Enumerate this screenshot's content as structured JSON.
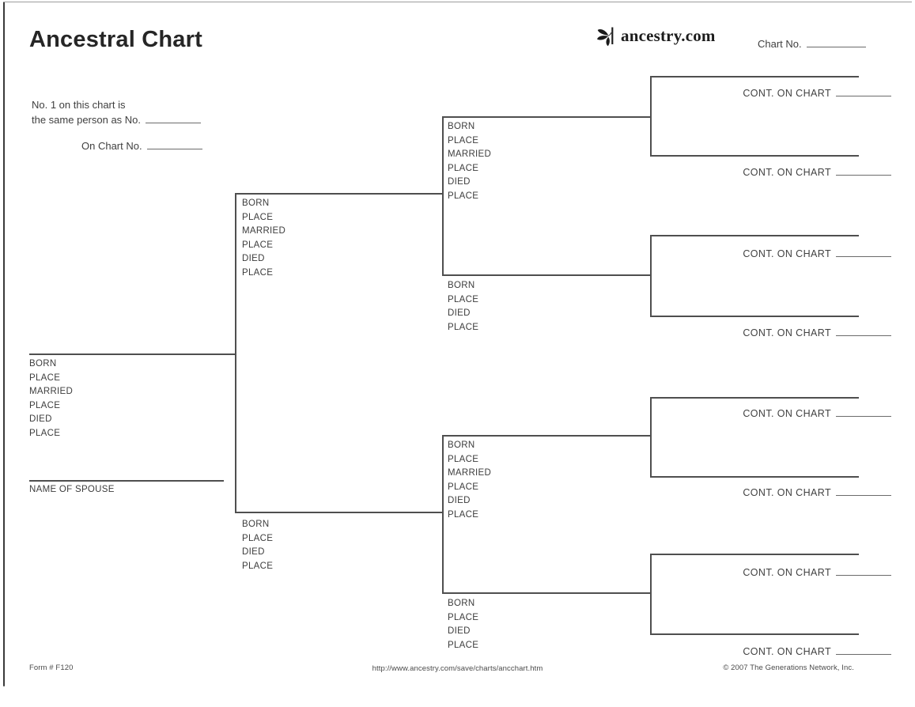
{
  "header": {
    "title": "Ancestral Chart",
    "brand": "ancestry.com",
    "chart_no_label": "Chart No."
  },
  "intro": {
    "line1": "No. 1 on this chart is",
    "line2": "the same person as No.",
    "line3": "On Chart No."
  },
  "field_labels": {
    "born": "BORN",
    "place": "PLACE",
    "married": "MARRIED",
    "died": "DIED",
    "spouse": "NAME OF SPOUSE",
    "cont_on_chart": "CONT. ON CHART"
  },
  "footer": {
    "form_number": "Form # F120",
    "url": "http://www.ancestry.com/save/charts/ancchart.htm",
    "copyright": "© 2007 The Generations Network, Inc."
  },
  "colors": {
    "line": "#4f4f4f",
    "text": "#3d3d3d",
    "title": "#262626"
  }
}
